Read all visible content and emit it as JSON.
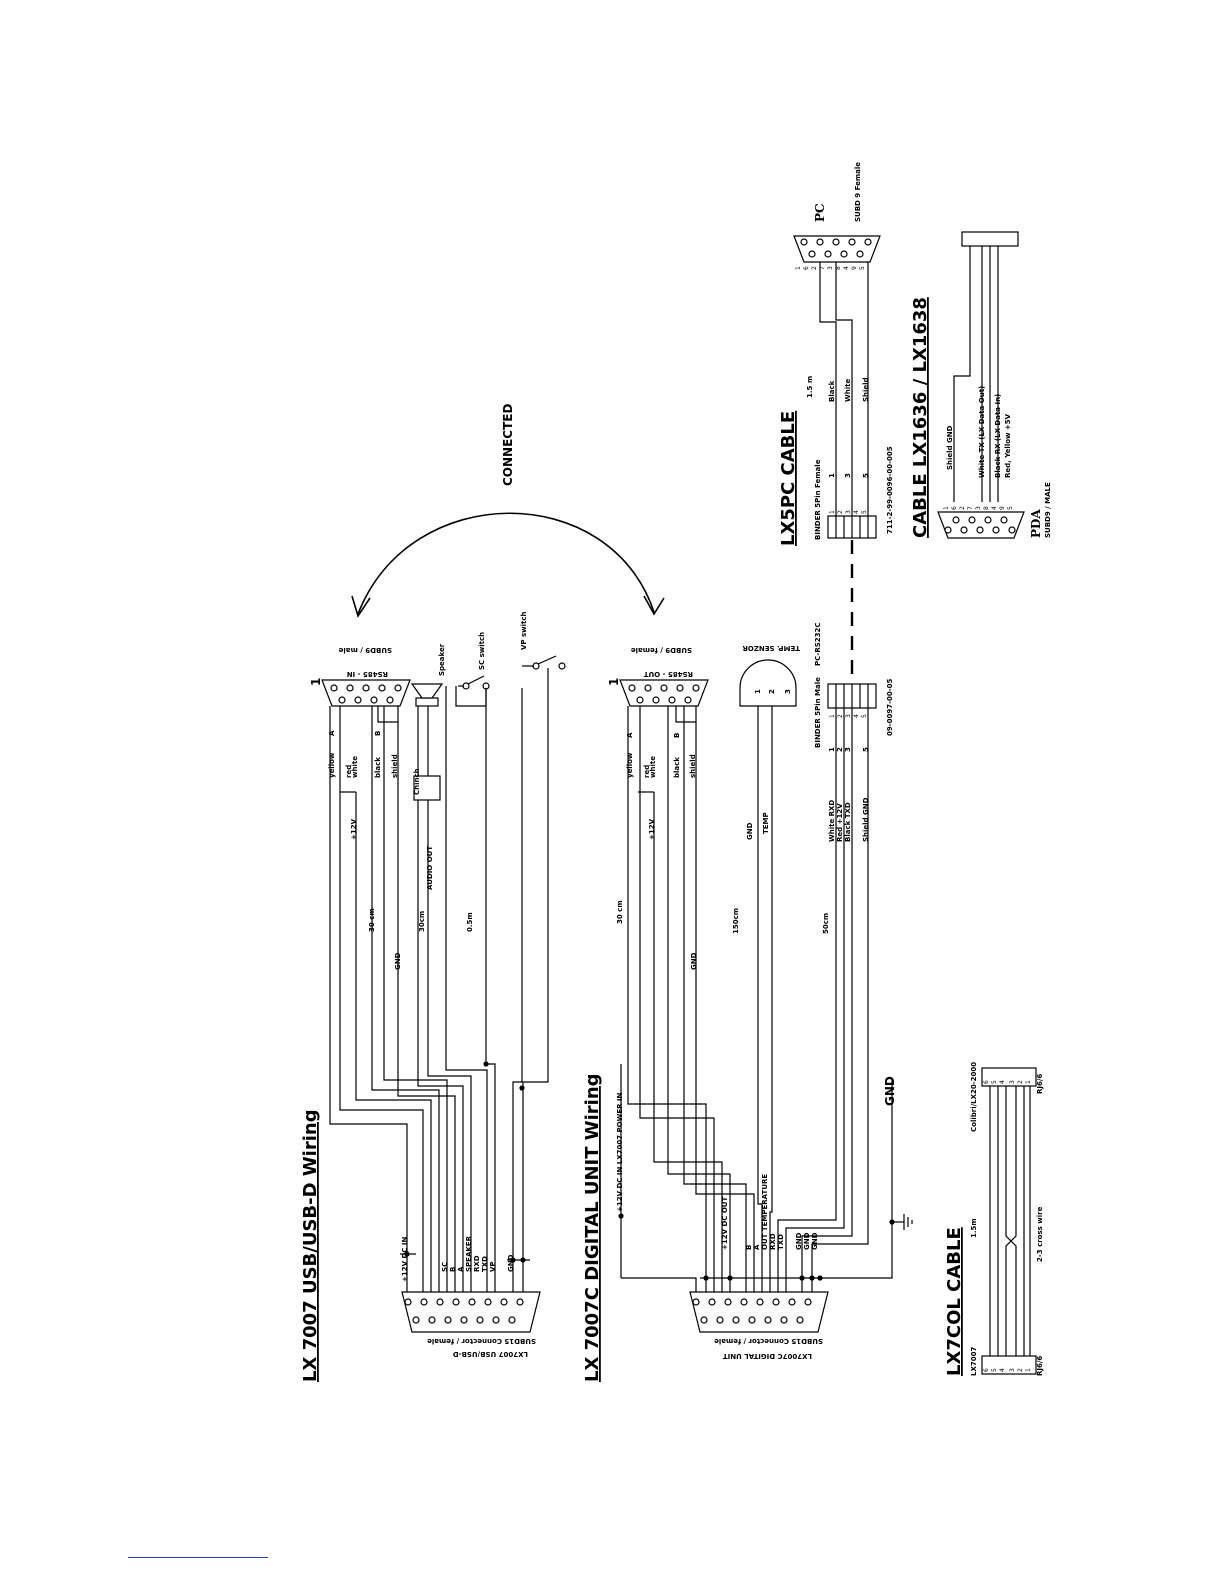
{
  "usbd": {
    "title": "LX 7007 USB/USB-D Wiring",
    "subd15_label": "LX7007 USB/USB-D",
    "subd15_type": "SUBD15 Connector / female",
    "rs485_label": "RS485 - IN",
    "subd9_label": "SUBD9 / male",
    "pin_one": "1",
    "colors": [
      "yellow",
      "red",
      "white",
      "black",
      "shield"
    ],
    "letters": [
      "A",
      "B"
    ],
    "wires": [
      "+12V",
      "GND",
      "AUDIO OUT",
      "Chinch"
    ],
    "lengths": [
      "30 cm",
      "30cm",
      "0.5m"
    ],
    "speaker": "Speaker",
    "sc_switch": "SC switch",
    "vp_switch": "VP switch",
    "signals": [
      "+12V DC IN",
      "SC",
      "B",
      "A",
      "SPEAKER",
      "RXD",
      "TXD",
      "VP",
      "GND"
    ]
  },
  "connected": "CONNECTED",
  "digital": {
    "title": "LX 7007C DIGITAL UNIT Wiring",
    "subd15_label": "LX7007C DIGITAL UNIT",
    "subd15_type": "SUBD15 Connector / female",
    "rs485_label": "RS485 - OUT",
    "subd9_label": "SUBD9 / female",
    "pin_one": "1",
    "colors": [
      "yellow",
      "red",
      "white",
      "black",
      "shield"
    ],
    "letters": [
      "A",
      "B"
    ],
    "wires": [
      "+12V",
      "GND",
      "GND",
      "TEMP"
    ],
    "lengths": [
      "30 cm",
      "150cm",
      "50cm"
    ],
    "temp_sensor": "TEMP. SENZOR",
    "sensor_pins": [
      "1",
      "2",
      "3"
    ],
    "power_in": "+12V DC IN   LX7007 POWER IN",
    "dc_out": "+12V DC OUT",
    "signals": [
      "B",
      "A",
      "OUT TEMPERATURE",
      "RXD",
      "TXD",
      "GND",
      "GND",
      "GND"
    ],
    "gnd": "GND",
    "binder_label": "BINDER 5Pin Male",
    "pc_label": "PC-RS232C",
    "part_no": "09-0097-00-05",
    "binder_wires": [
      "White RXD",
      "Red +12V",
      "Black TXD",
      "Shield GND"
    ],
    "binder_pins": [
      "1",
      "2",
      "3",
      "4",
      "5"
    ],
    "binder_side": [
      "1",
      "2",
      "3",
      "5"
    ]
  },
  "lx5pc": {
    "title": "LX5PC CABLE",
    "binder_label": "BINDER 5Pin Female",
    "part_no": "711-2-99-0096-00-005",
    "length": "1.5 m",
    "wires": [
      "Black",
      "White",
      "Shield"
    ],
    "binder_pins": [
      "1",
      "2",
      "3",
      "4",
      "5"
    ],
    "binder_side": [
      "1",
      "3",
      "5"
    ],
    "pc": "PC",
    "subd9": "SUBD 9 Female",
    "subd9_pins": [
      "1",
      "6",
      "2",
      "7",
      "3",
      "8",
      "4",
      "9",
      "5"
    ]
  },
  "lx1636": {
    "title": "CABLE LX1636 / LX1638",
    "wires": [
      "Shield  GND",
      "White TX (LX Data Out)",
      "Black  RX (LX Data In)",
      "Red, Yellow +5V"
    ],
    "pins": [
      "1",
      "6",
      "2",
      "7",
      "3",
      "8",
      "4",
      "9",
      "5"
    ],
    "pda": "PDA",
    "subd9": "SUBD9 / MALE"
  },
  "lx7col": {
    "title": "LX7COL CABLE",
    "left_label": "LX7007",
    "right_label": "Colibri/LX20-2000",
    "length": "1.5m",
    "cross": "2-3 cross wire",
    "rj_left": "RJ6/6",
    "rj_right": "RJ6/6",
    "pins": [
      "6",
      "5",
      "4",
      "3",
      "2",
      "1"
    ]
  }
}
